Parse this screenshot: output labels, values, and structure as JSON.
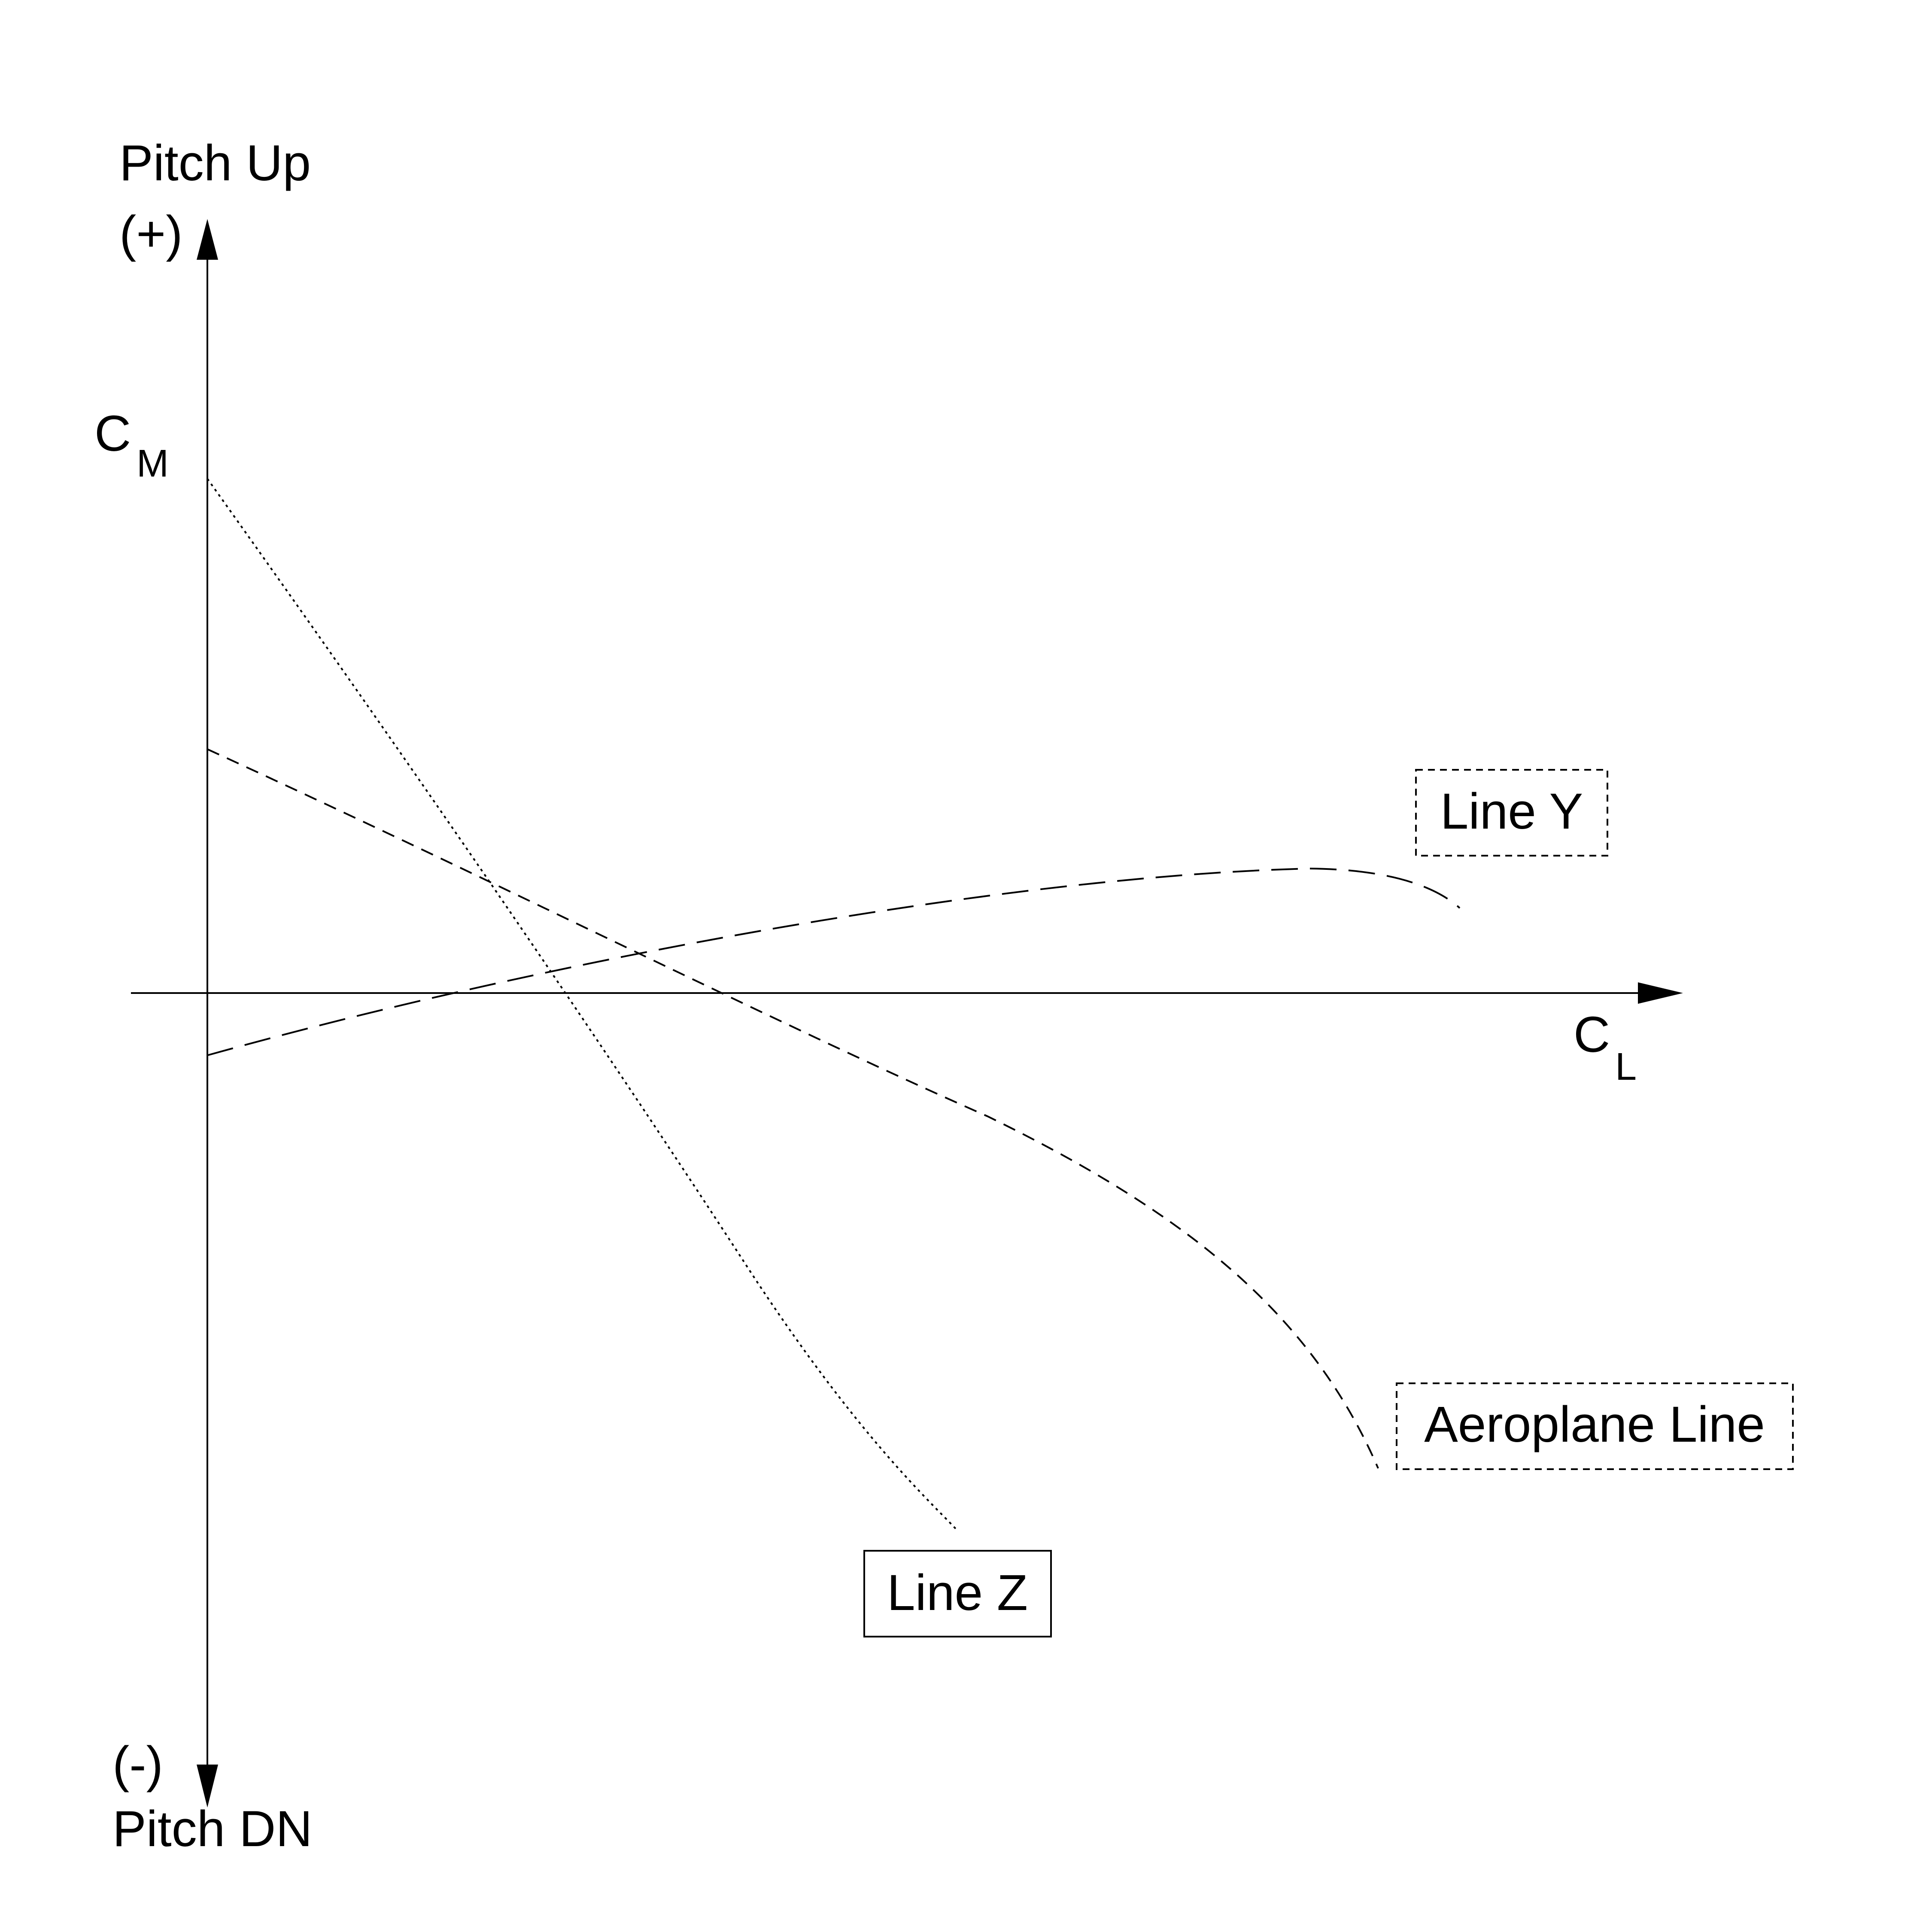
{
  "axes": {
    "y_top_label": "Pitch Up",
    "y_top_sign": "(+)",
    "y_bottom_sign": "(-)",
    "y_bottom_label": "Pitch DN",
    "y_symbol": "C",
    "y_subscript": "M",
    "x_symbol": "C",
    "x_subscript": "L"
  },
  "curves": {
    "line_y": {
      "label": "Line Y",
      "style": "long-dash"
    },
    "aeroplane_line": {
      "label": "Aeroplane Line",
      "style": "dash"
    },
    "line_z": {
      "label": "Line Z",
      "style": "dotted"
    }
  },
  "colors": {
    "ink": "#000000",
    "background": "#ffffff"
  }
}
